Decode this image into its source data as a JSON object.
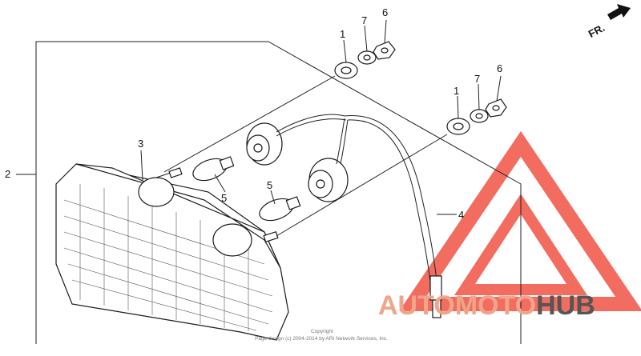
{
  "direction_label": "FR.",
  "callouts": {
    "c1_top": "1",
    "c7_top": "7",
    "c6_top": "6",
    "c1_mid": "1",
    "c7_mid": "7",
    "c6_mid": "6",
    "c2": "2",
    "c3": "3",
    "c4": "4",
    "c5_a": "5",
    "c5_b": "5"
  },
  "copyright": {
    "line1": "Copyright",
    "line2": "Page design (c) 2004-2014 by ARI Network Services, Inc."
  },
  "watermark": {
    "part_a": "AUTO",
    "part_b": "MOTO",
    "part_c": "HUB",
    "color_primary": "#f0a48a",
    "color_accent": "#555555",
    "triangle_color": "#ee3b2c"
  }
}
